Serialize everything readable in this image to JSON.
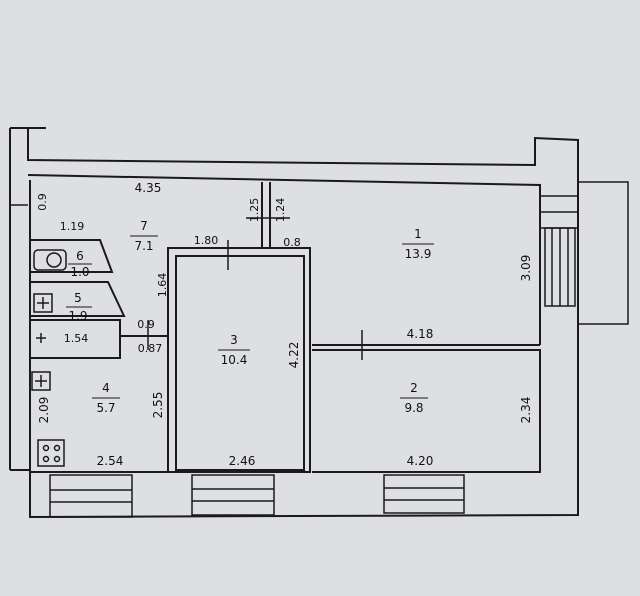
{
  "rooms": [
    {
      "id": "1",
      "number": "1",
      "area": "13.9"
    },
    {
      "id": "2",
      "number": "2",
      "area": "9.8"
    },
    {
      "id": "3",
      "number": "3",
      "area": "10.4"
    },
    {
      "id": "4",
      "number": "4",
      "area": "5.7"
    },
    {
      "id": "5",
      "number": "5",
      "area": "1.9"
    },
    {
      "id": "6",
      "number": "6",
      "area": "1.0"
    },
    {
      "id": "7",
      "number": "7",
      "area": "7.1"
    }
  ],
  "dimensions": {
    "d_435": "4.35",
    "d_119": "1.19",
    "d_180": "1.80",
    "d_08": "0.8",
    "d_125": "1.25",
    "d_124": "1.24",
    "d_164": "1.64",
    "d_09": "0.9",
    "d_087": "0.87",
    "d_154": "1.54",
    "d_309": "3.09",
    "d_418": "4.18",
    "d_422": "4.22",
    "d_255": "2.55",
    "d_209": "2.09",
    "d_234": "2.34",
    "d_254": "2.54",
    "d_246": "2.46",
    "d_420": "4.20",
    "d_09v": "0.9"
  }
}
